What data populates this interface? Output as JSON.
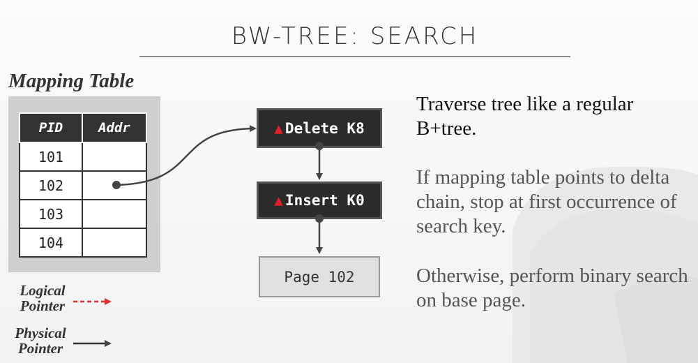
{
  "slide": {
    "title": "BW-TREE: SEARCH"
  },
  "mapping_table": {
    "title": "Mapping Table",
    "headers": {
      "pid": "PID",
      "addr": "Addr"
    },
    "rows": [
      {
        "pid": "101",
        "addr": ""
      },
      {
        "pid": "102",
        "addr": ""
      },
      {
        "pid": "103",
        "addr": ""
      },
      {
        "pid": "104",
        "addr": ""
      }
    ]
  },
  "chain": {
    "delta1": {
      "marker": "▲",
      "label": "Delete K8"
    },
    "delta2": {
      "marker": "▲",
      "label": "Insert K0"
    },
    "base": {
      "label": "Page 102"
    }
  },
  "text": {
    "p1": "Traverse tree like a regular B+tree.",
    "p2": "If mapping table points to delta chain, stop at first occurrence of search key.",
    "p3": "Otherwise, perform binary search on base page."
  },
  "legend": {
    "logical_line1": "Logical",
    "logical_line2": "Pointer",
    "physical_line1": "Physical",
    "physical_line2": "Pointer"
  },
  "colors": {
    "delta_fill": "#2b2b2b",
    "delta_marker": "#e0202a",
    "logical_pointer": "#e03030",
    "physical_pointer": "#333333",
    "base_page_fill": "#e0e0e0"
  }
}
